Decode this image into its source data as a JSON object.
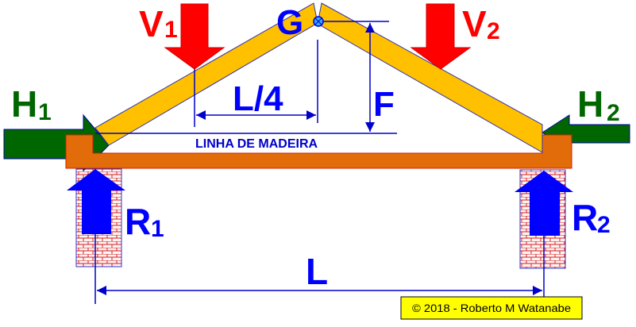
{
  "labels": {
    "v1": "V",
    "v1_sub": "1",
    "v2": "V",
    "v2_sub": "2",
    "h1": "H",
    "h1_sub": "1",
    "h2": "H",
    "h2_sub": "2",
    "r1": "R",
    "r1_sub": "1",
    "r2": "R",
    "r2_sub": "2",
    "g": "G",
    "quarter_span": "L/4",
    "rise": "F",
    "span": "L",
    "tie_beam": "LINHA DE MADEIRA"
  },
  "copyright": "© 2018 - Roberto  M Watanabe",
  "colors": {
    "load": "#ff0000",
    "thrust": "#006600",
    "reaction": "#0000ff",
    "rafter": "#ffc000",
    "beam": "#e36c0a",
    "dimension": "#0000cc",
    "credit_bg": "#ffff00"
  }
}
